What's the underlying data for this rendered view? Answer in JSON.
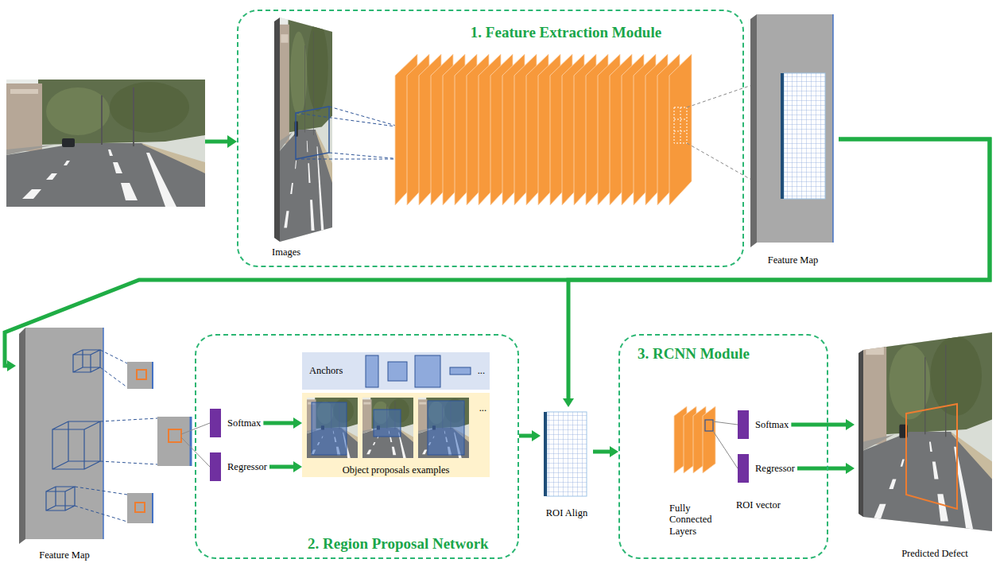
{
  "diagram": {
    "nodes": [
      {
        "text": [
          "1. Feature Extraction Module"
        ]
      },
      {
        "text": [
          "Images"
        ],
        "in": 0
      },
      {
        "text": [
          "Feature Map"
        ]
      },
      {
        "text": [
          "Feature Map"
        ]
      },
      {
        "text": [
          "2. Region Proposal Network"
        ]
      },
      {
        "text": [
          "Softmax"
        ],
        "in": 4
      },
      {
        "text": [
          "Regressor"
        ],
        "in": 4
      },
      {
        "text": [
          "Anchors",
          "..."
        ],
        "in": 4
      },
      {
        "text": [
          "...",
          "Object proposals examples"
        ],
        "in": 4
      },
      {
        "text": [
          "ROI Align"
        ]
      },
      {
        "text": [
          "3. RCNN Module"
        ]
      },
      {
        "text": [
          "Fully Connected Layers"
        ],
        "in": 10
      },
      {
        "text": [
          "Softmax"
        ],
        "in": 10
      },
      {
        "text": [
          "Regressor"
        ],
        "in": 10
      },
      {
        "text": [
          "Predicted Defect"
        ]
      }
    ],
    "edges": [
      {
        "from": 2,
        "to": 3,
        "arrow": "to"
      },
      {
        "from": 2,
        "to": 9,
        "arrow": "to"
      },
      {
        "from": 5,
        "to": 8,
        "arrow": "to"
      },
      {
        "from": 6,
        "to": 8,
        "arrow": "to"
      },
      {
        "from": 4,
        "to": 9,
        "arrow": "to"
      },
      {
        "from": 9,
        "to": 10,
        "arrow": "to"
      },
      {
        "from": 12,
        "to": 14,
        "arrow": "to"
      },
      {
        "from": 13,
        "to": 14,
        "arrow": "to"
      }
    ],
    "labels": [
      "ROI vector"
    ]
  }
}
